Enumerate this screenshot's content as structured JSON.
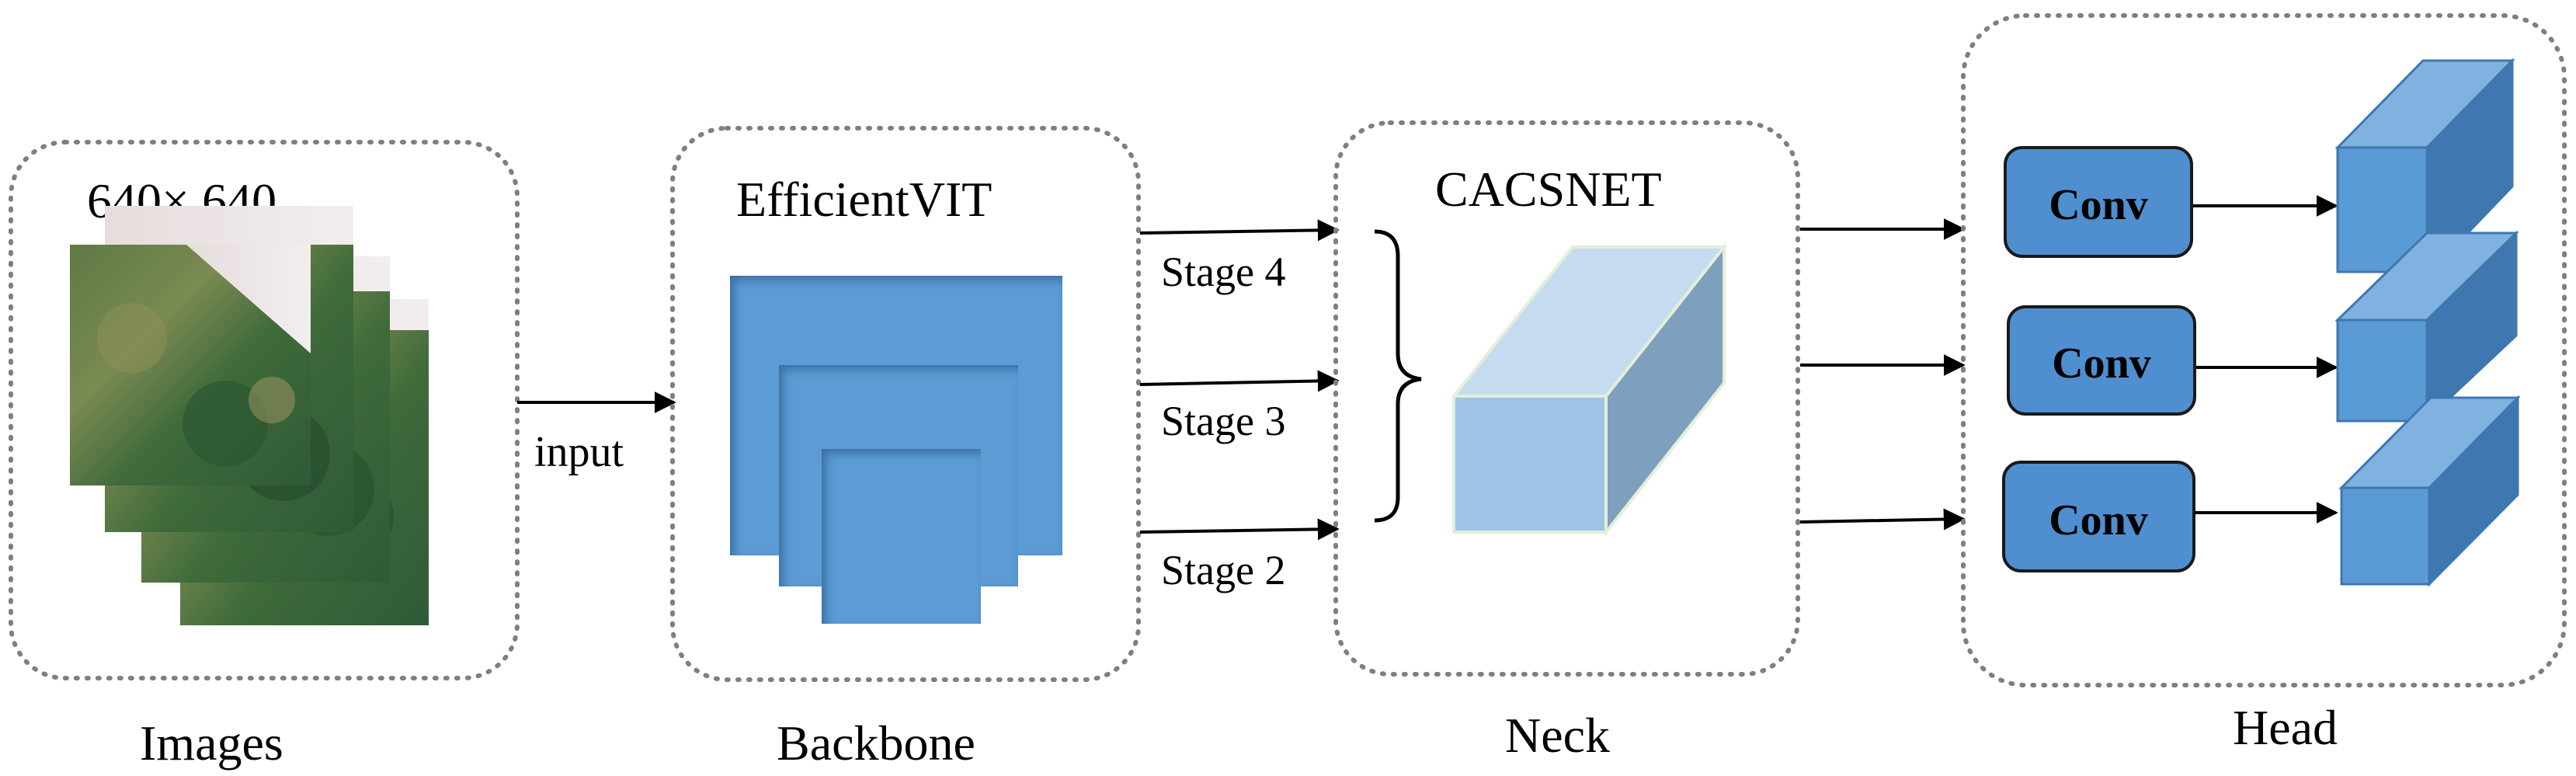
{
  "images": {
    "size_label": "640× 640",
    "caption": "Images"
  },
  "arrow_input_label": "input",
  "backbone": {
    "title": "EfficientVIT",
    "caption": "Backbone",
    "stages": [
      "Stage 4",
      "Stage 3",
      "Stage 2"
    ]
  },
  "neck": {
    "title": "CACSNET",
    "caption": "Neck"
  },
  "head": {
    "caption": "Head",
    "conv_labels": [
      "Conv",
      "Conv",
      "Conv"
    ]
  },
  "colors": {
    "block_blue": "#5b9bd5",
    "block_blue_dark": "#3f77b0",
    "conv_fill": "#4f8fcf",
    "neck_front": "#9dc3e6",
    "neck_top": "#c5dcf0",
    "neck_side": "#7f9fbf",
    "dotted_border": "#7f7f7f"
  }
}
